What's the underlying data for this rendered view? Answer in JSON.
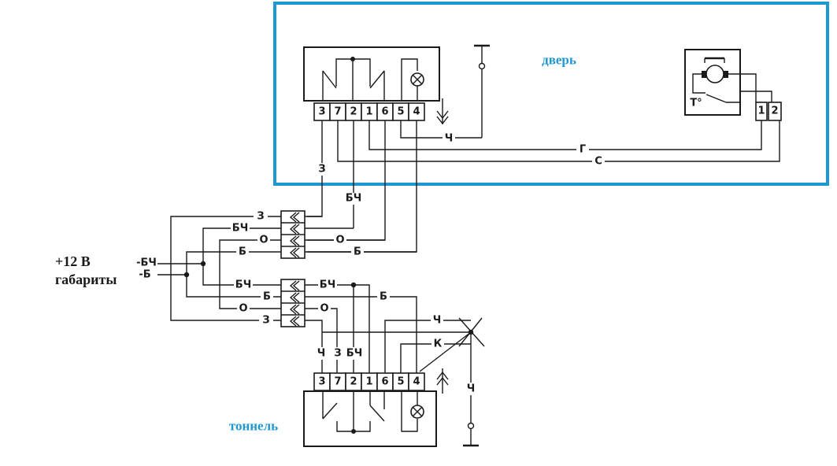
{
  "zones": {
    "door": "дверь",
    "tunnel": "тоннель"
  },
  "power": {
    "line1": "+12 В",
    "line2": "габариты",
    "wire_bch": "-БЧ",
    "wire_b": "-Б"
  },
  "switch_pins": [
    "3",
    "7",
    "2",
    "1",
    "6",
    "5",
    "4"
  ],
  "motor_pins": [
    "1",
    "2"
  ],
  "motor_symbol": "T°",
  "wire_labels": {
    "ch": "Ч",
    "g": "Г",
    "s": "С",
    "z": "З",
    "bch": "БЧ",
    "o": "О",
    "b": "Б",
    "k": "К"
  },
  "colors": {
    "zone_frame": "#1f97d2",
    "zone_text": "#1f97d2",
    "wire": "#1a1a1a"
  }
}
